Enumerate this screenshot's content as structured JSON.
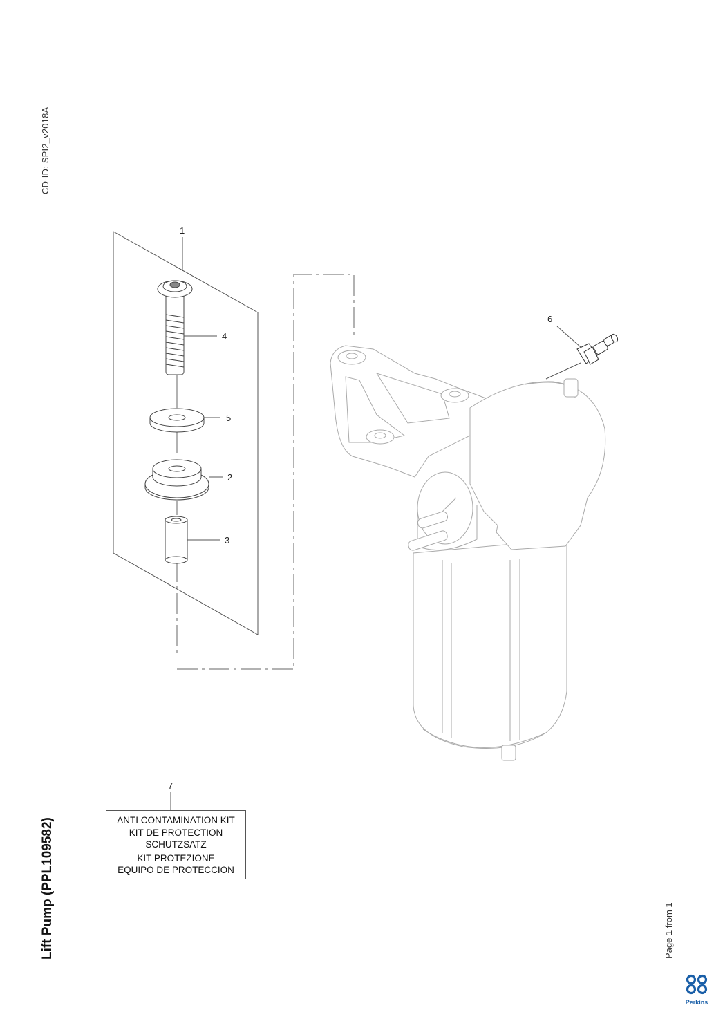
{
  "header": {
    "cd_id": "CD-ID: SPI2_v2018A"
  },
  "document": {
    "title": "Lift Pump (PPL109582)"
  },
  "footer": {
    "page": "Page 1 from 1",
    "brand": "Perkins"
  },
  "callouts": {
    "c1": "1",
    "c2": "2",
    "c3": "3",
    "c4": "4",
    "c5": "5",
    "c6": "6",
    "c7": "7"
  },
  "kit_label": {
    "line1": "ANTI CONTAMINATION KIT",
    "line2": "KIT DE PROTECTION",
    "line3": "SCHUTZSATZ",
    "line4": "KIT PROTEZIONE",
    "line5": "EQUIPO DE PROTECCION"
  },
  "colors": {
    "brand": "#1a5fa8",
    "line": "#555555",
    "ghost": "#a8a8a8"
  }
}
